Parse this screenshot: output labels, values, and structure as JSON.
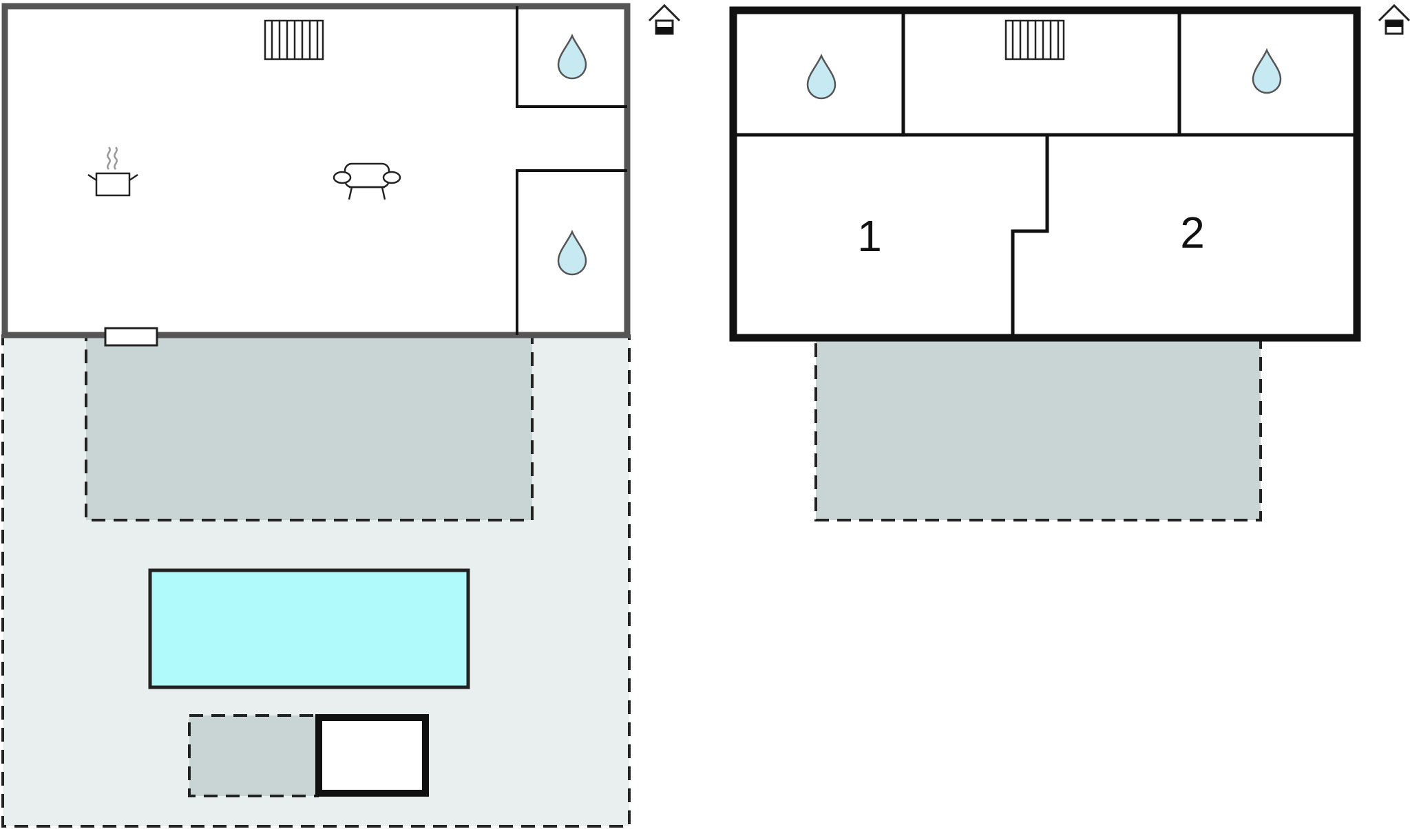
{
  "floors": [
    {
      "id": "ground-floor",
      "level_icon": "house-ground-floor-icon",
      "rooms": [
        {
          "name": "living-kitchen",
          "icons": [
            "cooking-pot-icon",
            "sofa-icon",
            "radiator-icon"
          ]
        },
        {
          "name": "bathroom-1",
          "icons": [
            "water-drop-icon"
          ]
        },
        {
          "name": "bathroom-2",
          "icons": [
            "water-drop-icon"
          ]
        }
      ],
      "outdoor": [
        "terrace",
        "roofed-terrace",
        "swimming-pool",
        "outdoor-structure"
      ]
    },
    {
      "id": "upper-floor",
      "level_icon": "house-upper-floor-icon",
      "rooms": [
        {
          "name": "bedroom",
          "label": "1"
        },
        {
          "name": "bedroom",
          "label": "2"
        },
        {
          "name": "bathroom",
          "icons": [
            "water-drop-icon"
          ]
        },
        {
          "name": "bathroom",
          "icons": [
            "water-drop-icon"
          ]
        },
        {
          "name": "hall",
          "icons": [
            "radiator-icon"
          ]
        }
      ],
      "outdoor": [
        "balcony"
      ]
    }
  ],
  "colors": {
    "wall_ground": "#555555",
    "wall_upper": "#1a1a1a",
    "terrace": "#e9efef",
    "roofed_area": "#c9d4d4",
    "pool": "#b0fafc",
    "water_drop": "#c6e9f2"
  },
  "labels": {
    "room_1": "1",
    "room_2": "2"
  }
}
